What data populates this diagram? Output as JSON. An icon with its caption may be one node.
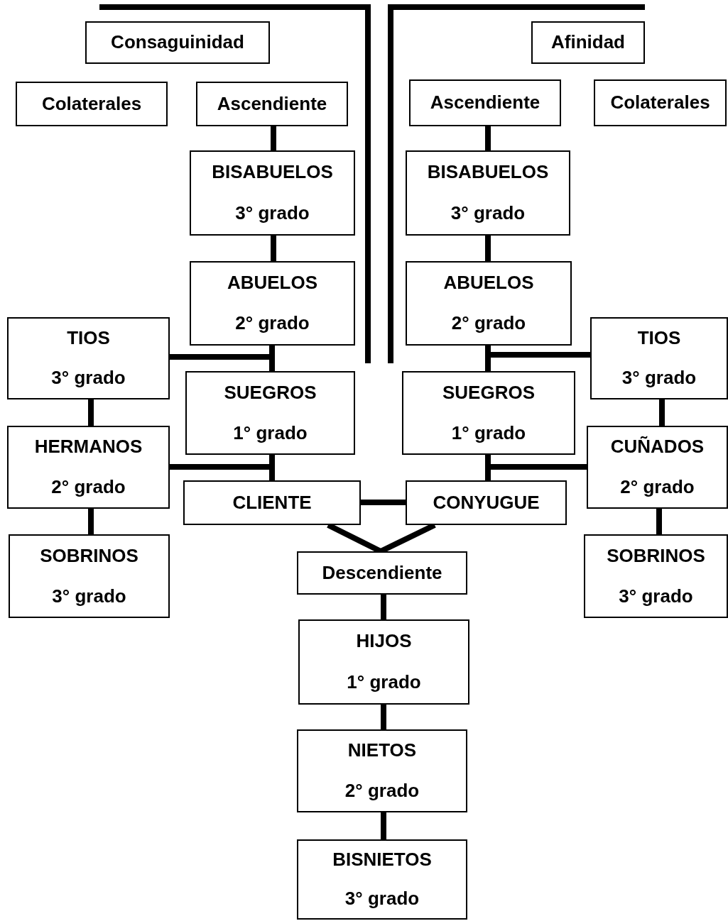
{
  "diagram": {
    "nodes": [
      {
        "text": [
          "Consaguinidad"
        ]
      },
      {
        "text": [
          "Afinidad"
        ]
      },
      {
        "text": [
          "Colaterales"
        ]
      },
      {
        "text": [
          "Ascendiente"
        ]
      },
      {
        "text": [
          "Ascendiente"
        ]
      },
      {
        "text": [
          "Colaterales"
        ]
      },
      {
        "text": [
          "BISABUELOS",
          "3° grado"
        ]
      },
      {
        "text": [
          "BISABUELOS",
          "3° grado"
        ]
      },
      {
        "text": [
          "ABUELOS",
          "2° grado"
        ]
      },
      {
        "text": [
          "ABUELOS",
          "2° grado"
        ]
      },
      {
        "text": [
          "TIOS",
          "3° grado"
        ]
      },
      {
        "text": [
          "SUEGROS",
          "1° grado"
        ]
      },
      {
        "text": [
          "SUEGROS",
          "1° grado"
        ]
      },
      {
        "text": [
          "TIOS",
          "3° grado"
        ]
      },
      {
        "text": [
          "HERMANOS",
          "2° grado"
        ]
      },
      {
        "text": [
          "CUÑADOS",
          "2° grado"
        ]
      },
      {
        "text": [
          "CLIENTE"
        ]
      },
      {
        "text": [
          "CONYUGUE"
        ]
      },
      {
        "text": [
          "SOBRINOS",
          "3° grado"
        ]
      },
      {
        "text": [
          "SOBRINOS",
          "3° grado"
        ]
      },
      {
        "text": [
          "Descendiente"
        ]
      },
      {
        "text": [
          "HIJOS",
          "1° grado"
        ]
      },
      {
        "text": [
          "NIETOS",
          "2° grado"
        ]
      },
      {
        "text": [
          "BISNIETOS",
          "3° grado"
        ]
      }
    ],
    "edges": [
      {
        "from": 3,
        "to": 6,
        "arrow": "none"
      },
      {
        "from": 6,
        "to": 8,
        "arrow": "none"
      },
      {
        "from": 8,
        "to": 11,
        "arrow": "none"
      },
      {
        "from": 8,
        "to": 10,
        "arrow": "none"
      },
      {
        "from": 11,
        "to": 16,
        "arrow": "none"
      },
      {
        "from": 11,
        "to": 14,
        "arrow": "none"
      },
      {
        "from": 10,
        "to": 14,
        "arrow": "none"
      },
      {
        "from": 14,
        "to": 18,
        "arrow": "none"
      },
      {
        "from": 4,
        "to": 7,
        "arrow": "none"
      },
      {
        "from": 7,
        "to": 9,
        "arrow": "none"
      },
      {
        "from": 9,
        "to": 12,
        "arrow": "none"
      },
      {
        "from": 9,
        "to": 13,
        "arrow": "none"
      },
      {
        "from": 12,
        "to": 17,
        "arrow": "none"
      },
      {
        "from": 12,
        "to": 15,
        "arrow": "none"
      },
      {
        "from": 13,
        "to": 15,
        "arrow": "none"
      },
      {
        "from": 15,
        "to": 19,
        "arrow": "none"
      },
      {
        "from": 16,
        "to": 17,
        "arrow": "none"
      },
      {
        "from": 16,
        "to": 20,
        "arrow": "none"
      },
      {
        "from": 17,
        "to": 20,
        "arrow": "none"
      },
      {
        "from": 20,
        "to": 21,
        "arrow": "none"
      },
      {
        "from": 21,
        "to": 22,
        "arrow": "none"
      },
      {
        "from": 22,
        "to": 23,
        "arrow": "none"
      }
    ]
  }
}
